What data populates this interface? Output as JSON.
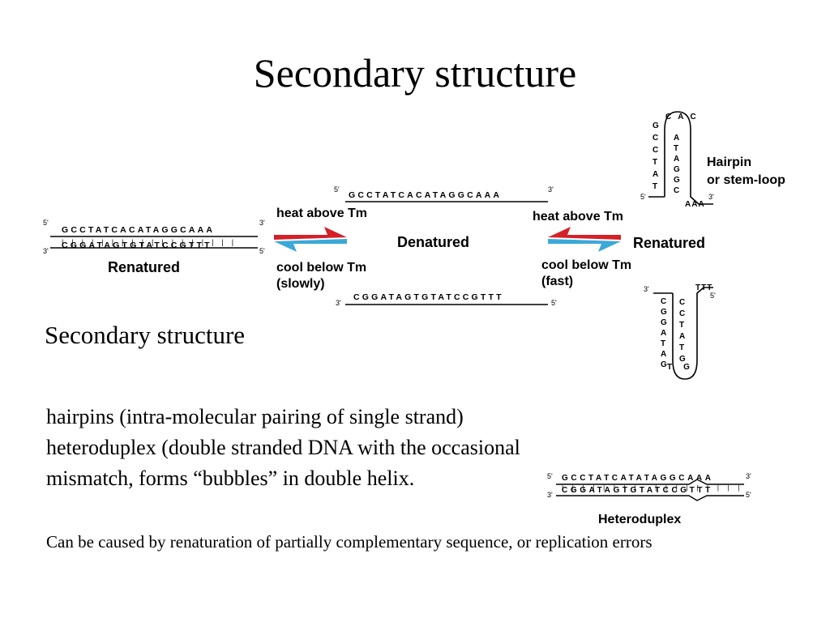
{
  "slide": {
    "title": "Secondary structure",
    "subheading": "Secondary structure",
    "bullets": [
      "hairpins (intra-molecular pairing of single strand)",
      "heteroduplex (double stranded DNA with the occasional",
      "mismatch, forms “bubbles” in double helix."
    ],
    "note": "Can be caused by renaturation of partially complementary sequence, or replication errors"
  },
  "diagram": {
    "top_strand": "GCCTATCACATAGGCAAA",
    "bottom_strand": "CGGATAGTGTATCCGTTT",
    "five_prime": "5'",
    "three_prime": "3'",
    "renatured_left_label": "Renatured",
    "denatured_label": "Denatured",
    "renatured_right_label": "Renatured",
    "left_heat": "heat above Tm",
    "left_cool_1": "cool below Tm",
    "left_cool_2": "(slowly)",
    "right_heat": "heat above Tm",
    "right_cool_1": "cool below Tm",
    "right_cool_2": "(fast)",
    "hairpin_label_1": "Hairpin",
    "hairpin_label_2": "or stem-loop",
    "hairpin1_stem_left": "GCCTAT",
    "hairpin1_loop": "CAC",
    "hairpin1_stem_right": "ATAGGC",
    "hairpin1_tail": "AAA",
    "hairpin2_stem_left": "CGGATAG",
    "hairpin2_loop": "TG",
    "hairpin2_stem_right": "CCTATG",
    "hairpin2_tail": "TTT",
    "heteroduplex_top": "GCCTATCATATAGGCAAA",
    "heteroduplex_bottom": "CGGATAGTGTATCCGTTT",
    "heteroduplex_label": "Heteroduplex",
    "arrow_red": "#d62027",
    "arrow_blue": "#3aa9d9"
  }
}
